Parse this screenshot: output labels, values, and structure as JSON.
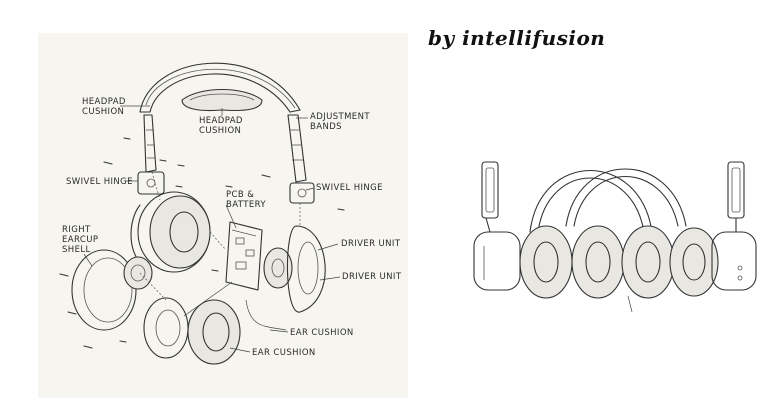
{
  "watermark": "by intellifusion",
  "diagram": {
    "labels": {
      "headpad_cushion_top": "HEADPAD\nCUSHION",
      "headpad_cushion_mid": "HEADPAD\nCUSHION",
      "adjustment_bands": "ADJUSTMENT\nBANDS",
      "swivel_hinge_left": "SWIVEL HINGE",
      "swivel_hinge_right": "SWIVEL HINGE",
      "pcb_battery": "PCB &\nBATTERY",
      "right_earcup_shell": "RIGHT\nEARCUP\nSHELL",
      "driver_unit_1": "DRIVER UNIT",
      "driver_unit_2": "DRIVER UNIT",
      "ear_cushion_1": "EAR CUSHION",
      "ear_cushion_2": "EAR CUSHION"
    }
  }
}
